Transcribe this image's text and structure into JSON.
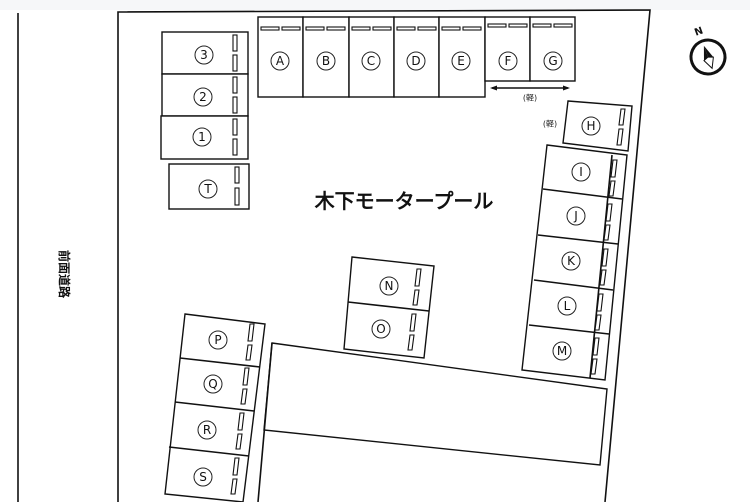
{
  "title": "木下モータープール",
  "road_label": "前面道路",
  "kei_label": "(軽)",
  "compass": {
    "label": "N",
    "icon": "compass-north-icon"
  },
  "colors": {
    "line": "#111111",
    "background": "#ffffff",
    "top_band": "#f6f7f9"
  },
  "spaces": {
    "left_column": [
      "③",
      "②",
      "①"
    ],
    "left_single": "Ⓣ",
    "top_row": [
      "Ⓐ",
      "Ⓑ",
      "Ⓒ",
      "Ⓓ",
      "Ⓔ",
      "Ⓕ",
      "Ⓖ"
    ],
    "right_top": "Ⓗ",
    "right_column": [
      "Ⓘ",
      "Ⓙ",
      "Ⓚ",
      "Ⓛ",
      "Ⓜ"
    ],
    "center_pair": [
      "Ⓝ",
      "Ⓞ"
    ],
    "lower_left_column": [
      "Ⓟ",
      "Ⓠ",
      "Ⓡ",
      "Ⓢ"
    ]
  },
  "space_ids": {
    "left_column": [
      "3",
      "2",
      "1"
    ],
    "left_single": "T",
    "top_row": [
      "A",
      "B",
      "C",
      "D",
      "E",
      "F",
      "G"
    ],
    "right_top": "H",
    "right_column": [
      "I",
      "J",
      "K",
      "L",
      "M"
    ],
    "center_pair": [
      "N",
      "O"
    ],
    "lower_left_column": [
      "P",
      "Q",
      "R",
      "S"
    ]
  }
}
